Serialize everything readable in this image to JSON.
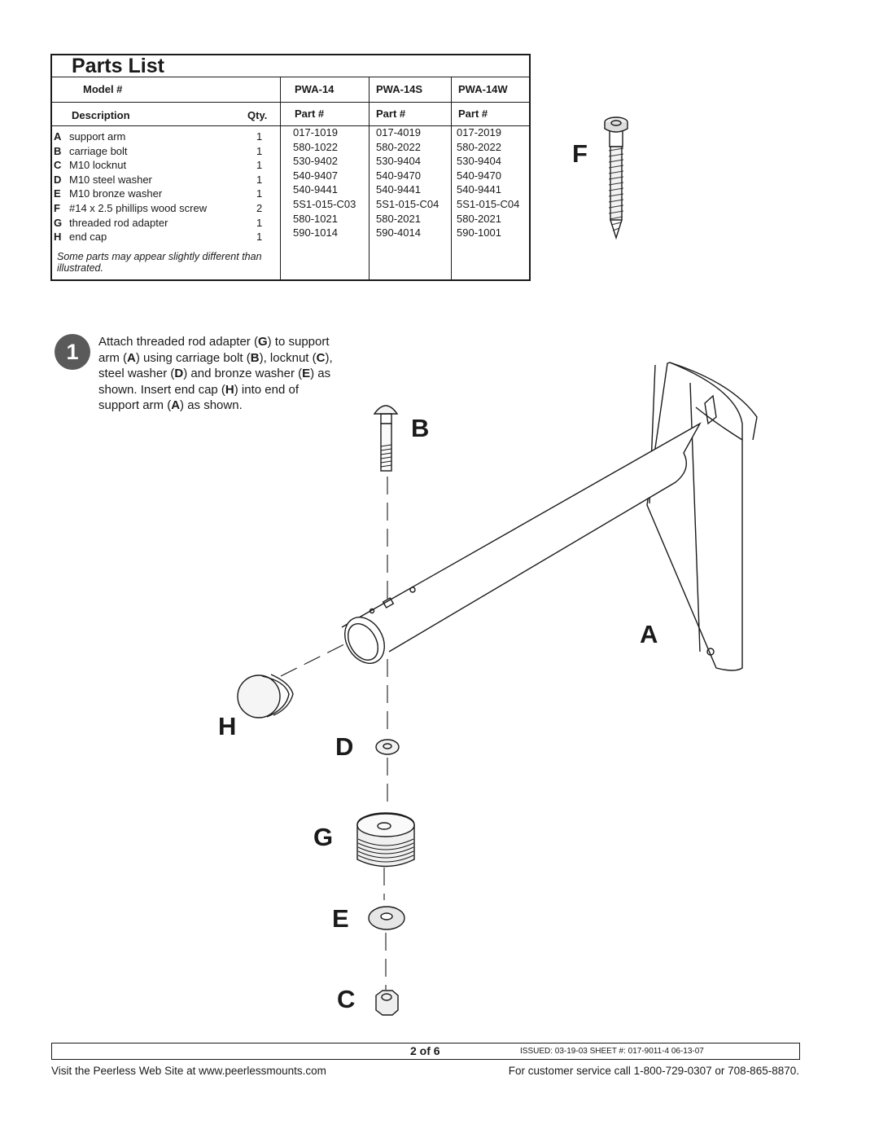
{
  "parts_list": {
    "title": "Parts List",
    "model_label": "Model #",
    "models": [
      "PWA-14",
      "PWA-14S",
      "PWA-14W"
    ],
    "description_label": "Description",
    "qty_label": "Qty.",
    "part_label": "Part #",
    "items": [
      {
        "letter": "A",
        "description": "support arm",
        "qty": "1",
        "parts": [
          "017-1019",
          "017-4019",
          "017-2019"
        ]
      },
      {
        "letter": "B",
        "description": "carriage bolt",
        "qty": "1",
        "parts": [
          "580-1022",
          "580-2022",
          "580-2022"
        ]
      },
      {
        "letter": "C",
        "description": "M10 locknut",
        "qty": "1",
        "parts": [
          "530-9402",
          "530-9404",
          "530-9404"
        ]
      },
      {
        "letter": "D",
        "description": "M10 steel washer",
        "qty": "1",
        "parts": [
          "540-9407",
          "540-9470",
          "540-9470"
        ]
      },
      {
        "letter": "E",
        "description": "M10 bronze washer",
        "qty": "1",
        "parts": [
          "540-9441",
          "540-9441",
          "540-9441"
        ]
      },
      {
        "letter": "F",
        "description": "#14 x 2.5 phillips wood screw",
        "qty": "2",
        "parts": [
          "5S1-015-C03",
          "5S1-015-C04",
          "5S1-015-C04"
        ]
      },
      {
        "letter": "G",
        "description": "threaded rod adapter",
        "qty": "1",
        "parts": [
          "580-1021",
          "580-2021",
          "580-2021"
        ]
      },
      {
        "letter": "H",
        "description": "end cap",
        "qty": "1",
        "parts": [
          "590-1014",
          "590-4014",
          "590-1001"
        ]
      }
    ],
    "note": "Some parts may appear slightly different than illustrated."
  },
  "step": {
    "number": "1",
    "t1": "Attach threaded rod adapter (",
    "b1": "G",
    "t2": ") to support arm (",
    "b2": "A",
    "t3": ") using carriage bolt (",
    "b3": "B",
    "t4": "), locknut (",
    "b4": "C",
    "t5": "), steel washer (",
    "b5": "D",
    "t6": ") and bronze washer (",
    "b6": "E",
    "t7": ") as shown. Insert end cap (",
    "b7": "H",
    "t8": ") into end of support arm (",
    "b8": "A",
    "t9": ") as shown."
  },
  "labels": {
    "F": "F",
    "B": "B",
    "A": "A",
    "H": "H",
    "D": "D",
    "G": "G",
    "E": "E",
    "C": "C"
  },
  "footer": {
    "page": "2 of 6",
    "issued": "ISSUED: 03-19-03  SHEET #: 017-9011-4  06-13-07",
    "website": "Visit the Peerless Web Site at www.peerlessmounts.com",
    "service": "For customer service call 1-800-729-0307 or 708-865-8870."
  }
}
